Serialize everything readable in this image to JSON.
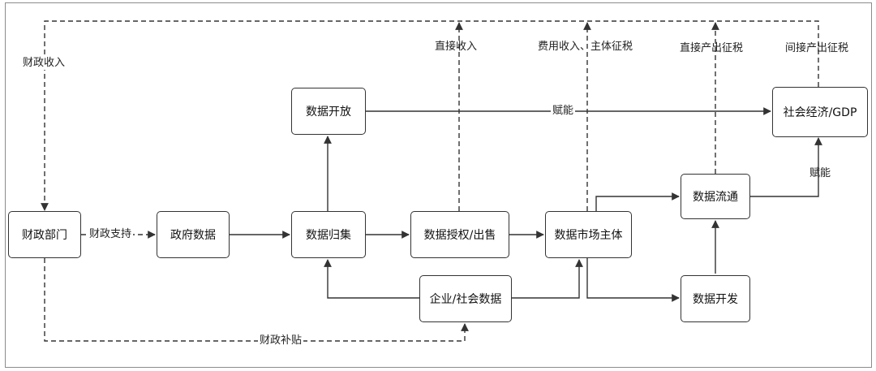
{
  "nodes": {
    "finance_dept": "财政部门",
    "gov_data": "政府数据",
    "data_open": "数据开放",
    "data_collect": "数据归集",
    "data_license": "数据授权/出售",
    "market_subject": "数据市场主体",
    "enterprise_data": "企业/社会数据",
    "data_circulation": "数据流通",
    "data_dev": "数据开发",
    "social_gdp": "社会经济/GDP"
  },
  "labels": {
    "fiscal_income": "财政收入",
    "fiscal_support": "财政支持",
    "direct_income": "直接收入",
    "fee_income": "费用收入、主体征税",
    "direct_tax": "直接产出征税",
    "indirect_tax": "间接产出征税",
    "empower_top": "赋能",
    "empower_right": "赋能",
    "fiscal_subsidy": "财政补贴"
  },
  "colors": {
    "line": "#333333",
    "border": "#333333",
    "frame": "#8c8c8c"
  }
}
